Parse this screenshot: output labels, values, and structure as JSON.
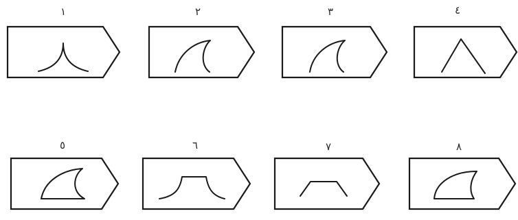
{
  "figure_numbers": [
    "١",
    "٢",
    "٣",
    "٤",
    "٥",
    "٦",
    "٧",
    "٨"
  ],
  "icons": [
    "cusp-curve-icon",
    "two-arcs-icon",
    "two-arcs-icon",
    "inverted-v-icon",
    "crescent-icon",
    "plateau-curve-icon",
    "trapezoid-line-icon",
    "fin-shape-icon"
  ]
}
